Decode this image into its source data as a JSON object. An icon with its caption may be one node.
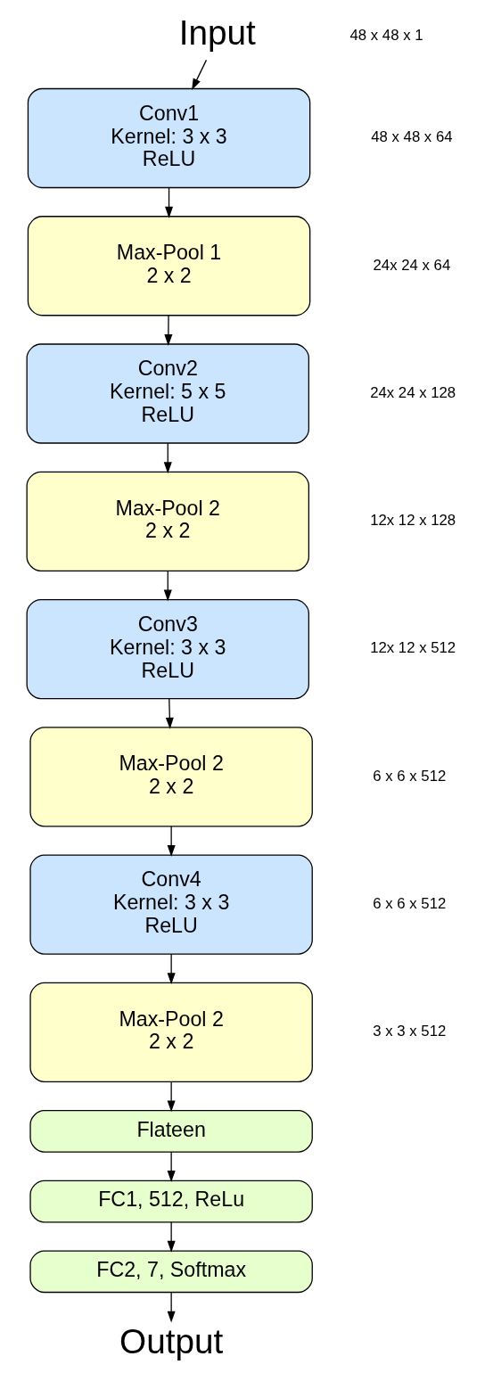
{
  "diagram": {
    "nodes": [
      {
        "text": [
          "Input"
        ]
      },
      {
        "text": [
          "Conv1",
          "Kernel: 3 x 3",
          "ReLU"
        ]
      },
      {
        "text": [
          "Max-Pool 1",
          "2 x 2"
        ]
      },
      {
        "text": [
          "Conv2",
          "Kernel: 5 x 5",
          "ReLU"
        ]
      },
      {
        "text": [
          "Max-Pool 2",
          "2 x 2"
        ]
      },
      {
        "text": [
          "Conv3",
          "Kernel: 3 x 3",
          "ReLU"
        ]
      },
      {
        "text": [
          "Max-Pool 2",
          "2 x 2"
        ]
      },
      {
        "text": [
          "Conv4",
          "Kernel: 3 x 3",
          "ReLU"
        ]
      },
      {
        "text": [
          "Max-Pool 2",
          "2 x 2"
        ]
      },
      {
        "text": [
          "Flateen"
        ]
      },
      {
        "text": [
          "FC1, 512, ReLu"
        ]
      },
      {
        "text": [
          "FC2, 7, Softmax"
        ]
      },
      {
        "text": [
          "Output"
        ]
      }
    ],
    "edges": [
      {
        "from": 0,
        "to": 1,
        "arrow": "to"
      },
      {
        "from": 1,
        "to": 2,
        "arrow": "to"
      },
      {
        "from": 2,
        "to": 3,
        "arrow": "to"
      },
      {
        "from": 3,
        "to": 4,
        "arrow": "to"
      },
      {
        "from": 4,
        "to": 5,
        "arrow": "to"
      },
      {
        "from": 5,
        "to": 6,
        "arrow": "to"
      },
      {
        "from": 6,
        "to": 7,
        "arrow": "to"
      },
      {
        "from": 7,
        "to": 8,
        "arrow": "to"
      },
      {
        "from": 8,
        "to": 9,
        "arrow": "to"
      },
      {
        "from": 9,
        "to": 10,
        "arrow": "to"
      },
      {
        "from": 10,
        "to": 11,
        "arrow": "to"
      },
      {
        "from": 11,
        "to": 12,
        "arrow": "to"
      }
    ],
    "labels": [
      "48 x 48 x 1",
      "48 x 48 x 64",
      "24x 24 x 64",
      "24x 24 x 128",
      "12x 12 x 128",
      "12x 12 x 512",
      "6 x 6 x 512",
      "6 x 6 x 512",
      "3 x 3 x 512"
    ]
  }
}
